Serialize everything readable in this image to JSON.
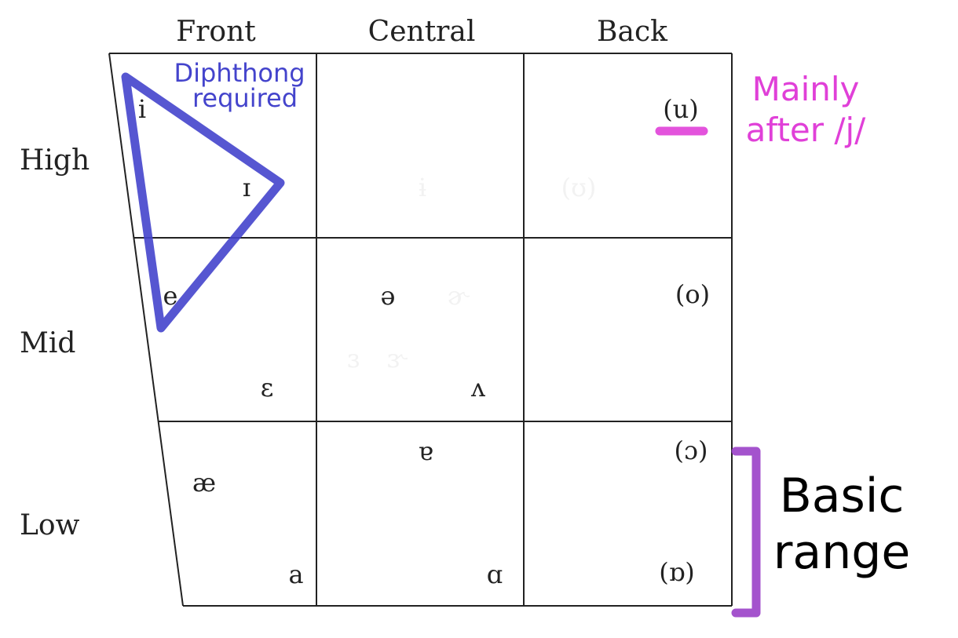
{
  "columns": [
    "Front",
    "Central",
    "Back"
  ],
  "rows": [
    "High",
    "Mid",
    "Low"
  ],
  "vowels": {
    "i": "i",
    "ih": "ɪ",
    "e": "e",
    "eh": "ɛ",
    "ae": "æ",
    "a": "a",
    "schwa": "ə",
    "wedge": "ʌ",
    "turned_a": "ɐ",
    "script_a": "ɑ",
    "u": "(u)",
    "o": "(o)",
    "open_o": "(ɔ)",
    "turned_script_a": "(ɒ)"
  },
  "faint_vowels": {
    "barred_i": "ɨ",
    "upsilon": "(ʊ)",
    "rhotic_schwa": "ɚ",
    "rev_eps": "ɜ",
    "rhotic_rev_eps": "ɝ"
  },
  "annotations": {
    "diphthong_line1": "Diphthong",
    "diphthong_line2": "required",
    "mainly_line1": "Mainly",
    "mainly_line2": "after /j/",
    "basic_line1": "Basic",
    "basic_line2": "range"
  },
  "colors": {
    "diphthong": "#4444cc",
    "mainly": "#e040d8",
    "basic": "#9a40c8"
  }
}
